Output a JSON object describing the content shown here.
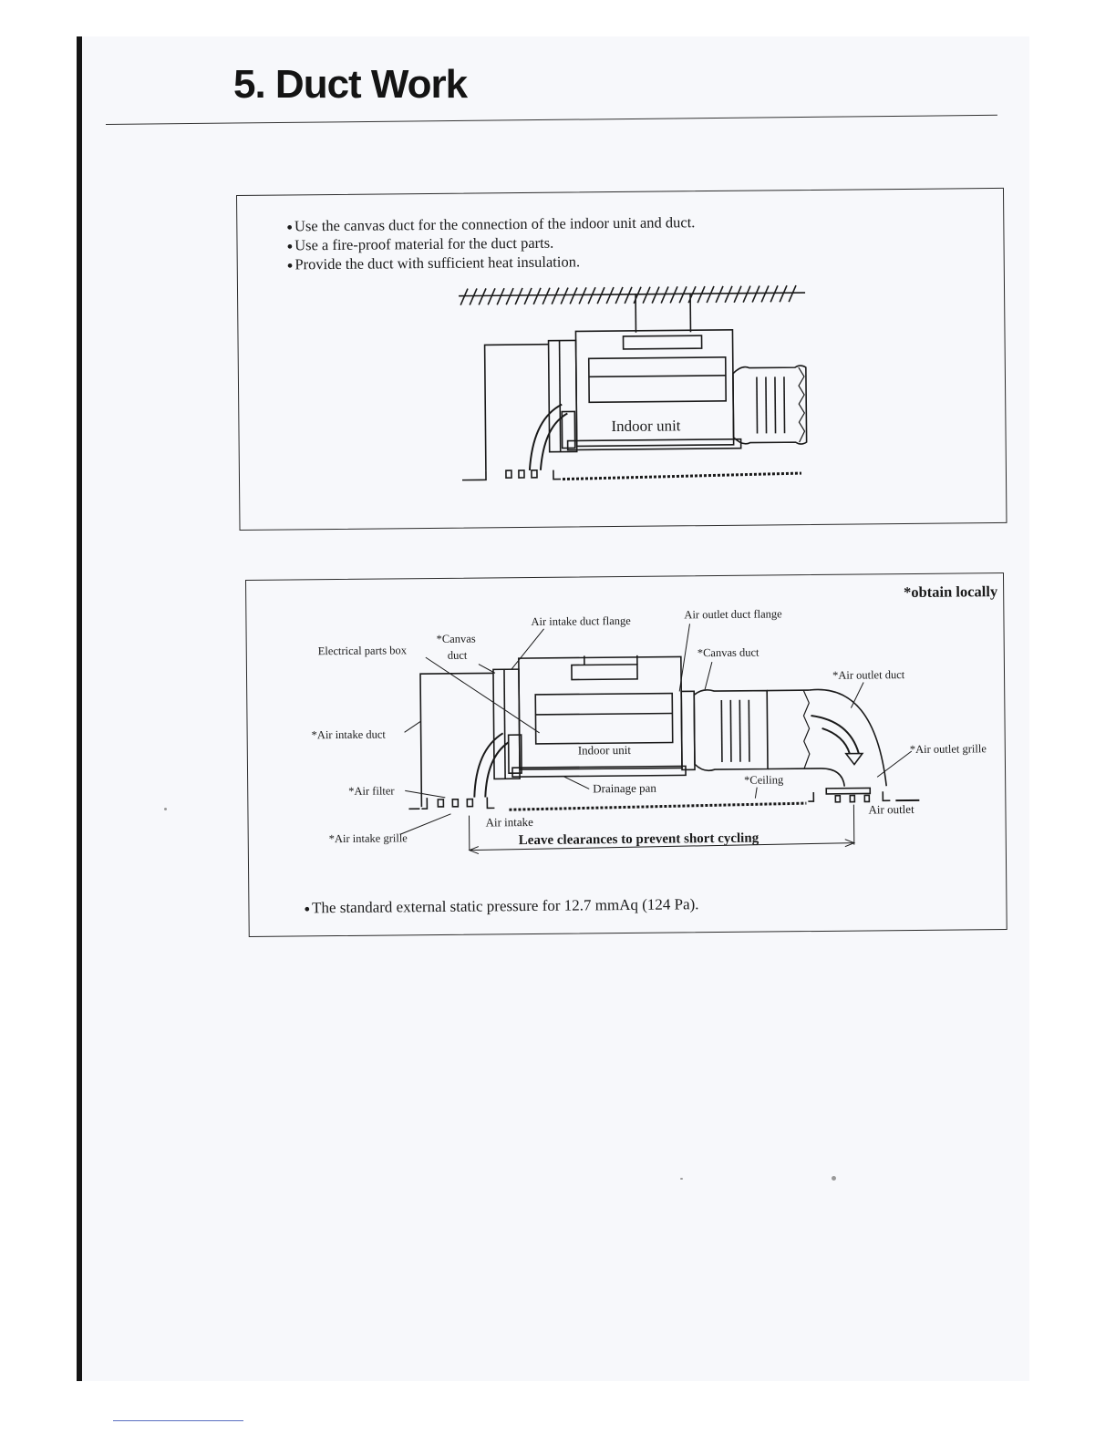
{
  "page": {
    "title": "5. Duct Work"
  },
  "section_1": {
    "bullets": [
      "Use the canvas duct for the connection of the indoor unit and duct.",
      "Use a fire-proof material for the duct parts.",
      "Provide the duct with sufficient heat insulation."
    ],
    "diagram_label": "Indoor unit"
  },
  "section_2": {
    "note": "*obtain locally",
    "labels": {
      "air_intake_duct_flange": "Air intake duct flange",
      "air_outlet_duct_flange": "Air outlet duct flange",
      "electrical_parts_box": "Electrical parts box",
      "canvas_duct_left_1": "*Canvas",
      "canvas_duct_left_2": "duct",
      "canvas_duct_right": "*Canvas duct",
      "air_outlet_duct": "*Air outlet duct",
      "air_intake_duct": "*Air intake duct",
      "indoor_unit": "Indoor unit",
      "air_outlet_grille": "*Air outlet grille",
      "air_filter": "*Air filter",
      "drainage_pan": "Drainage pan",
      "ceiling": "*Ceiling",
      "air_intake": "Air intake",
      "air_outlet": "Air outlet",
      "air_intake_grille": "*Air intake grille",
      "clearance": "Leave clearances to prevent short cycling"
    },
    "bullets": [
      "The standard external static pressure for 12.7 mmAq (124 Pa)."
    ]
  }
}
